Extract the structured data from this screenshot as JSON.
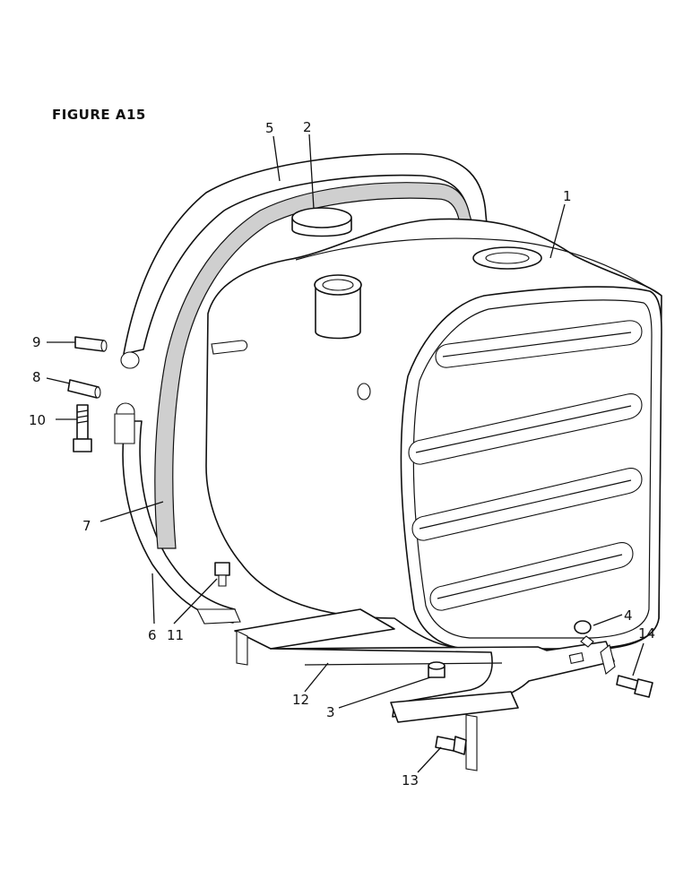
{
  "figure": {
    "title": "FIGURE A15"
  },
  "callouts": [
    {
      "id": "1",
      "label": "1"
    },
    {
      "id": "2",
      "label": "2"
    },
    {
      "id": "3",
      "label": "3"
    },
    {
      "id": "4",
      "label": "4"
    },
    {
      "id": "5",
      "label": "5"
    },
    {
      "id": "6",
      "label": "6"
    },
    {
      "id": "7",
      "label": "7"
    },
    {
      "id": "8",
      "label": "8"
    },
    {
      "id": "9",
      "label": "9"
    },
    {
      "id": "10",
      "label": "10"
    },
    {
      "id": "11",
      "label": "11"
    },
    {
      "id": "12",
      "label": "12"
    },
    {
      "id": "13",
      "label": "13"
    },
    {
      "id": "14",
      "label": "14"
    }
  ]
}
